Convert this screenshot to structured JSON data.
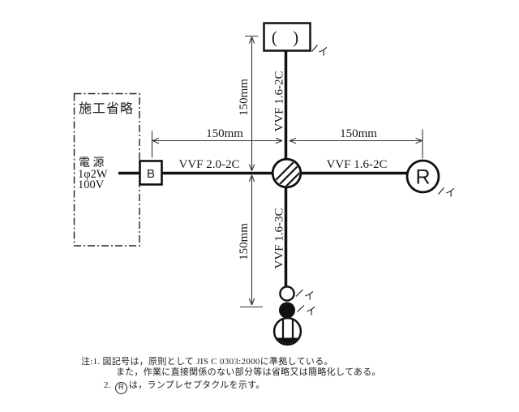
{
  "colors": {
    "ink": "#111111",
    "dim_line": "#333333",
    "background": "#ffffff"
  },
  "region_omitted": {
    "label": "施工省略"
  },
  "power": {
    "line1": "電 源",
    "line2": "1φ2W",
    "line3": "100V"
  },
  "breaker": {
    "label": "B"
  },
  "devices": {
    "ceiling_light": {
      "symbol": "( )",
      "circuit": "イ"
    },
    "lamp_receptacle": {
      "symbol": "R",
      "circuit": "イ"
    },
    "pilot_lamp": {
      "circuit": "イ"
    },
    "switch": {
      "circuit": "イ"
    }
  },
  "cables": {
    "left": "VVF 2.0-2C",
    "right": "VVF 1.6-2C",
    "top": "VVF 1.6-2C",
    "bottom": "VVF 1.6-3C"
  },
  "dimensions": {
    "left": "150mm",
    "right": "150mm",
    "top": "150mm",
    "bottom": "150mm"
  },
  "notes": {
    "line1": "注:1. 図記号は，原則として JIS C 0303:2000に準拠している。",
    "line2": "また，作業に直接関係のない部分等は省略又は簡略化してある。",
    "line3_prefix": "2.",
    "line3_symbol": "R",
    "line3_suffix": "は，ランプレセプタクルを示す。"
  }
}
